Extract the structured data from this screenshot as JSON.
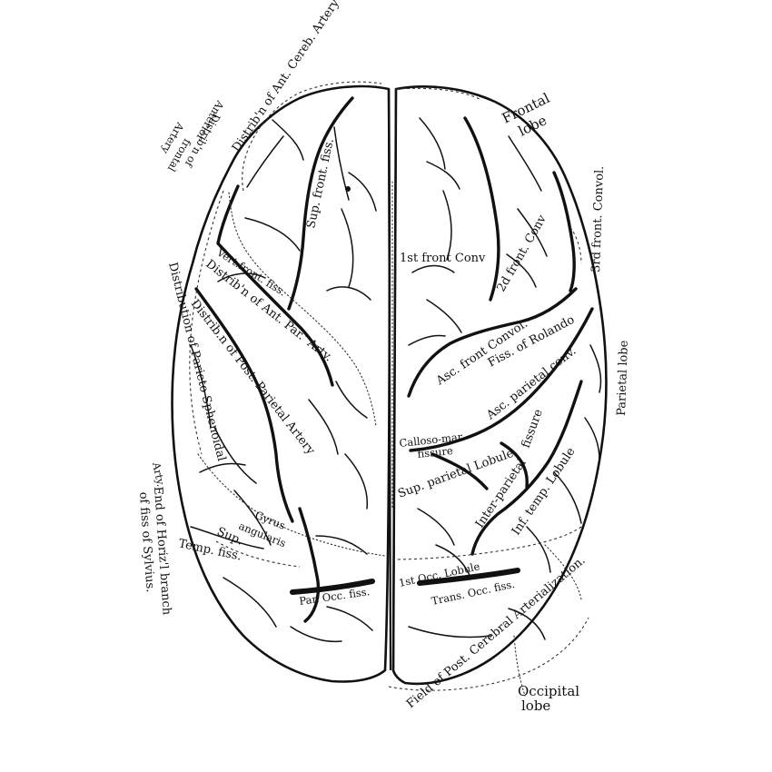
{
  "labels": {
    "distrib_ant_cereb": "Distrib'n of Ant. Cereb. Artery",
    "distrib_ant_frontal_line1": "Distrib'n of",
    "distrib_ant_frontal_line2": "Anterior",
    "distrib_ant_frontal_line3": "frontal",
    "distrib_ant_frontal_line4": "Artery",
    "sup_front_fiss": "Sup. front. fiss.",
    "vert_front_fiss": "Vert.front. fiss.",
    "distrib_ant_par": "Distrib'n of Ant. Par.' Arty.",
    "distrib_post_par": "Distrib.n of Post. Parietal Artery",
    "distrib_parieto_sph": "Distribution of Parieto Sphenoidal",
    "arty": "Arty.",
    "end_horiz_line1": "End of Horiz'l branch",
    "end_horiz_line2": "of fiss of Sylvius.",
    "gyrus_line1": "Gyrus",
    "gyrus_line2": "angularis",
    "sup": "Sup.",
    "temp_fiss": "Temp. fiss.",
    "par_occ_fiss": "Par. Occ. fiss.",
    "frontal_lobe_line1": "Frontal",
    "frontal_lobe_line2": "lobe",
    "third_front_convol": "3rd front. Convol.",
    "first_front_conv": "1st front Conv",
    "second_front_conv": "2d front. Conv",
    "asc_front_convol": "Asc. front Convol.",
    "fiss_rolando": "Fiss. of Rolando",
    "parietal_lobe": "Parietal lobe",
    "asc_parietal_conv": "Asc. parietal conv.",
    "calloso_line1": "Calloso-mar.",
    "calloso_line2": "fissure",
    "sup_par_lobule": "Sup. parietal Lobule",
    "inter_parietal_line1": "Inter-parietal",
    "inter_parietal_line2": "fissure",
    "inf_temp_lobule": "Inf. temp. Lobule",
    "first_occ_lobule": "1st Occ. Lobule",
    "trans_occ_fiss": "Trans. Occ. fiss.",
    "field_post_cereb": "Field of Post. Cerebral Arterialization.",
    "occipital_line1": "Occipital",
    "occipital_line2": "lobe"
  }
}
